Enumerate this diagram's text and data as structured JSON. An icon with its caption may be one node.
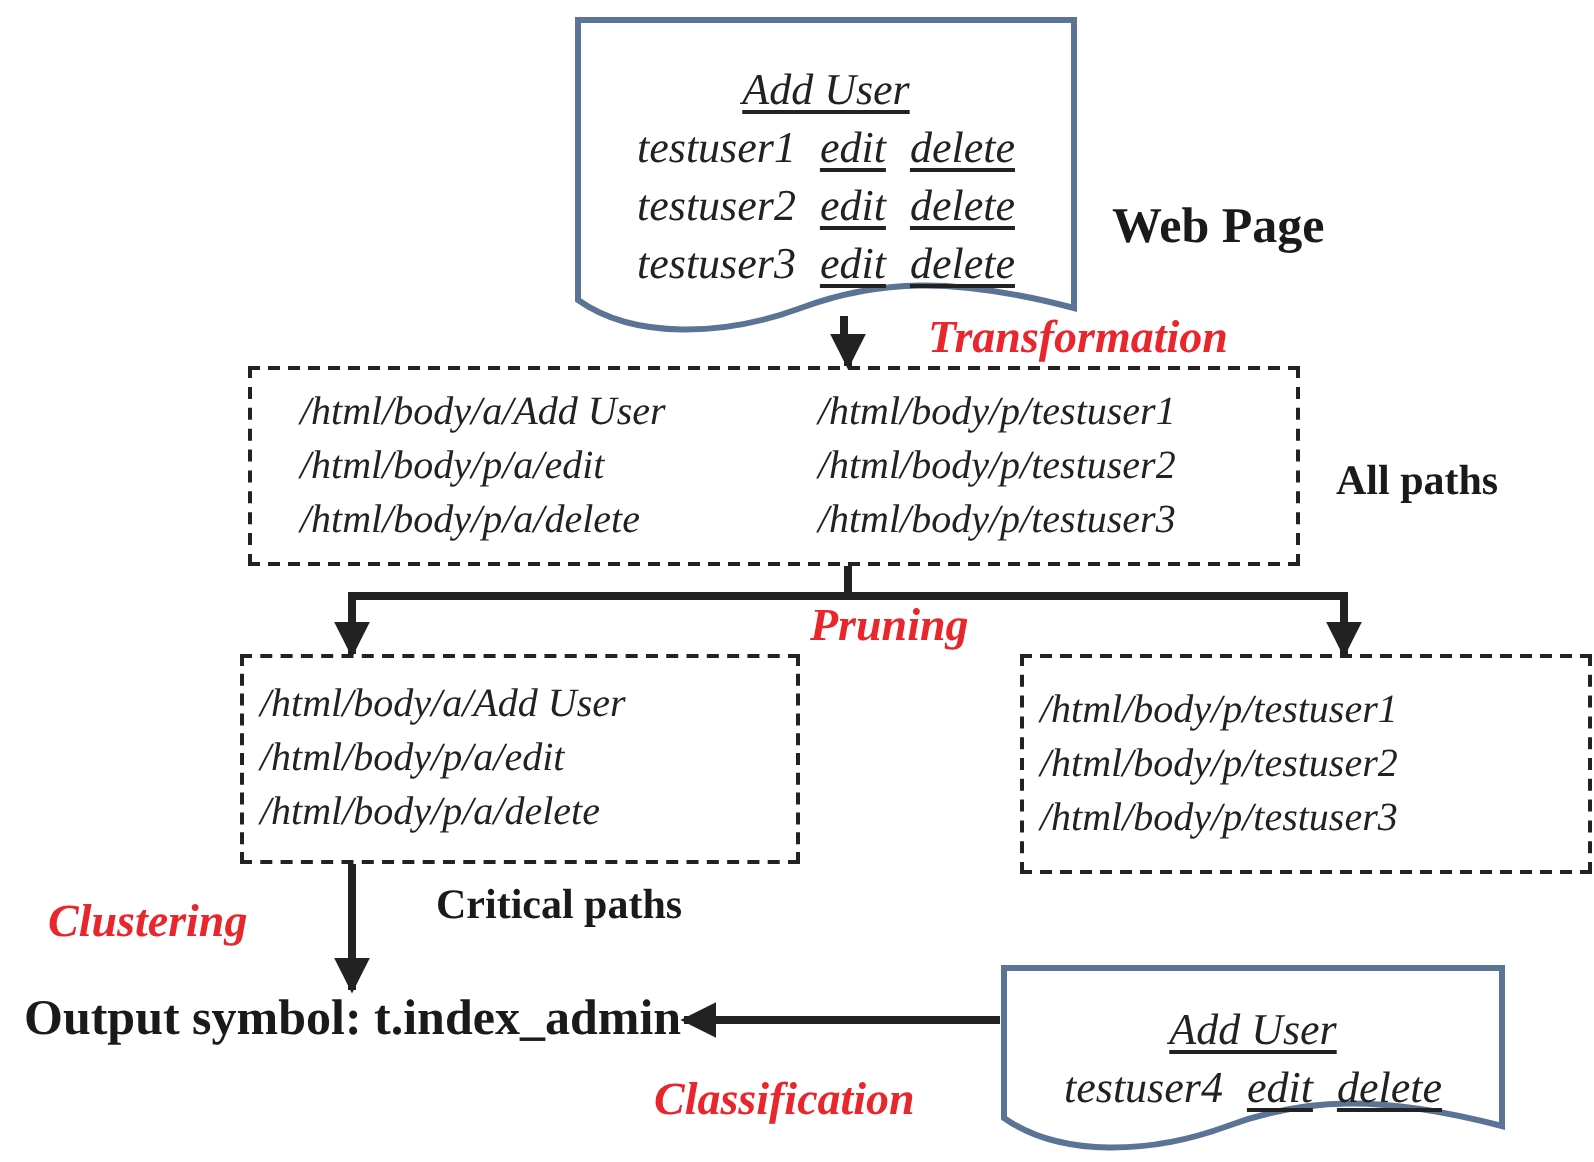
{
  "diagram": {
    "nodes": [
      {
        "text": [
          "Add User",
          "testuser1",
          "edit",
          "delete",
          "testuser2",
          "edit",
          "delete",
          "testuser3",
          "edit",
          "delete"
        ],
        "beside": [
          "Web Page"
        ]
      },
      {
        "text": [
          "/html/body/a/Add User",
          "/html/body/p/a/edit",
          "/html/body/p/a/delete",
          "/html/body/p/testuser1",
          "/html/body/p/testuser2",
          "/html/body/p/testuser3"
        ],
        "beside": [
          "All paths"
        ]
      },
      {
        "text": [
          "/html/body/a/Add User",
          "/html/body/p/a/edit",
          "/html/body/p/a/delete"
        ],
        "beside": [
          "Critical paths"
        ]
      },
      {
        "text": [
          "/html/body/p/testuser1",
          "/html/body/p/testuser2",
          "/html/body/p/testuser3"
        ]
      },
      {
        "text": [
          "Output symbol: t.index_admin"
        ]
      },
      {
        "text": [
          "Add User",
          "testuser4",
          "edit",
          "delete"
        ]
      }
    ],
    "edges": [
      {
        "from": 0,
        "to": 1,
        "arrow": "to",
        "label": "Transformation"
      },
      {
        "from": 1,
        "to": 2,
        "arrow": "to",
        "label": "Pruning"
      },
      {
        "from": 1,
        "to": 3,
        "arrow": "to"
      },
      {
        "from": 2,
        "to": 4,
        "arrow": "to",
        "label": "Clustering"
      },
      {
        "from": 5,
        "to": 4,
        "arrow": "to",
        "label": "Classification"
      }
    ]
  }
}
